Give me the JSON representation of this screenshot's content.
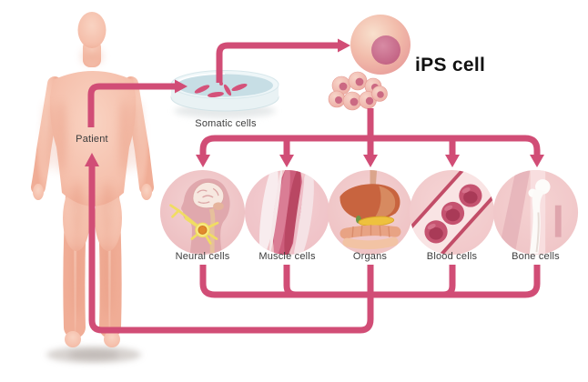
{
  "diagram": {
    "title": "iPS cell",
    "labels": {
      "patient": "Patient",
      "somatic_cells": "Somatic cells",
      "ips_cell": "iPS cell"
    },
    "cell_types": [
      {
        "label": "Neural cells",
        "icon": "brain-neuron-icon"
      },
      {
        "label": "Muscle cells",
        "icon": "muscle-fiber-icon"
      },
      {
        "label": "Organs",
        "icon": "internal-organs-icon"
      },
      {
        "label": "Blood cells",
        "icon": "red-blood-cells-icon"
      },
      {
        "label": "Bone cells",
        "icon": "femur-bone-icon"
      }
    ],
    "flow": {
      "steps": [
        "Patient to Somatic cells",
        "Somatic cells to iPS cell",
        "iPS cell to Neural cells, Muscle cells, Organs, Blood cells, Bone cells",
        "Differentiated cells back to Patient"
      ]
    },
    "colors": {
      "arrow": "#d14d76",
      "label_text": "#3c3c3c",
      "title_text": "#111111",
      "skin": "#f5c0ad",
      "dish_liquid": "#c7dee5",
      "circle_bg": "#f0c8ca"
    }
  }
}
